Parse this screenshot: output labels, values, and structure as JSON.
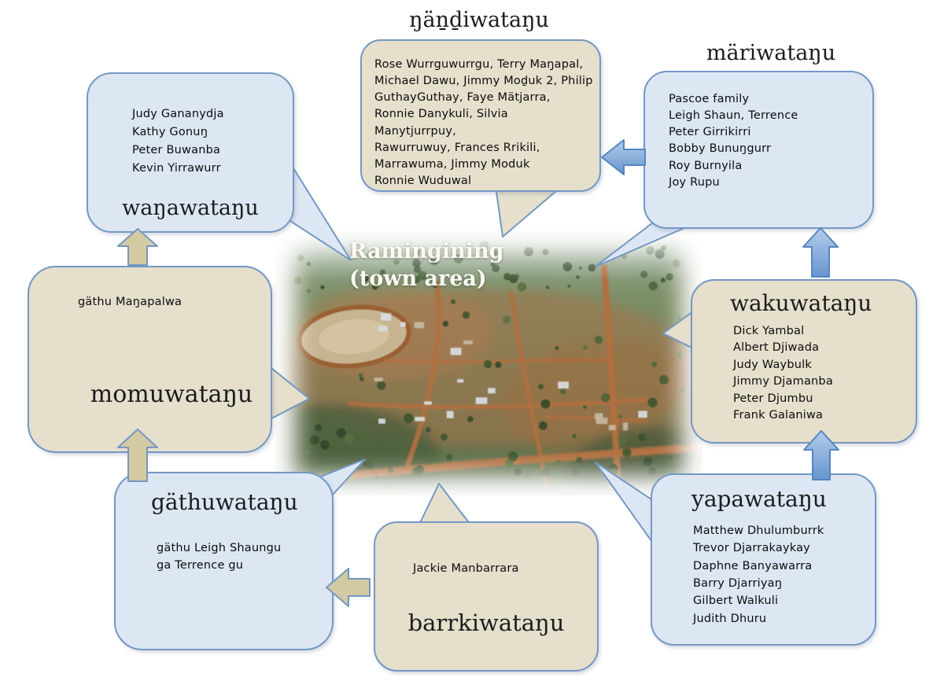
{
  "photo": {
    "label": "Ramingining\n(town area)"
  },
  "bubbles": {
    "nhandi": {
      "title": "ŋäṉḏiwataŋu",
      "names": "Rose Wurrguwurrgu, Terry Maŋapal,\nMichael Dawu, Jimmy Moḏuk 2, Philip\nGuthayGuthay, Faye Mätjarra,\nRonnie Danykuli, Silvia Manytjurrpuy,\nRawurruwuy, Frances Rrikili,\nMarrawuma, Jimmy Moduk\nRonnie Wuduwal"
    },
    "mari": {
      "title": "märiwataŋu",
      "names": "Pascoe family\nLeigh Shaun, Terrence\nPeter Girrikirri\nBobby Bunuŋgurr\nRoy Burnyila\nJoy Rupu"
    },
    "wanga": {
      "title": "waŋawataŋu",
      "names": "Judy Gananydja\nKathy Gonuŋ\nPeter Buwanba\nKevin Yirrawurr"
    },
    "momu": {
      "title": "momuwataŋu",
      "names": "gäthu Maŋapalwa"
    },
    "gathu": {
      "title": "gäthuwataŋu",
      "names": "gäthu Leigh Shaungu\nga Terrence gu"
    },
    "barrki": {
      "title": "barrkiwataŋu",
      "names": "Jackie Manbarrara"
    },
    "yapa": {
      "title": "yapawataŋu",
      "names": "Matthew Dhulumburrk\nTrevor Djarrakaykay\nDaphne Banyawarra\nBarry Djarriyaŋ\nGilbert Walkuli\nJudith Dhuru"
    },
    "waku": {
      "title": "wakuwataŋu",
      "names": "Dick Yambal\nAlbert Djiwada\nJudy Waybulk\nJimmy Djamanba\nPeter Djumbu\nFrank Galaniwa"
    }
  },
  "colors": {
    "tan_bubble": "#e5dfcc",
    "blue_bubble": "#dde7f4",
    "bubble_border": "#7498c4",
    "tan_arrow": "#d3caa3",
    "blue_arrow": "#6795cf"
  }
}
